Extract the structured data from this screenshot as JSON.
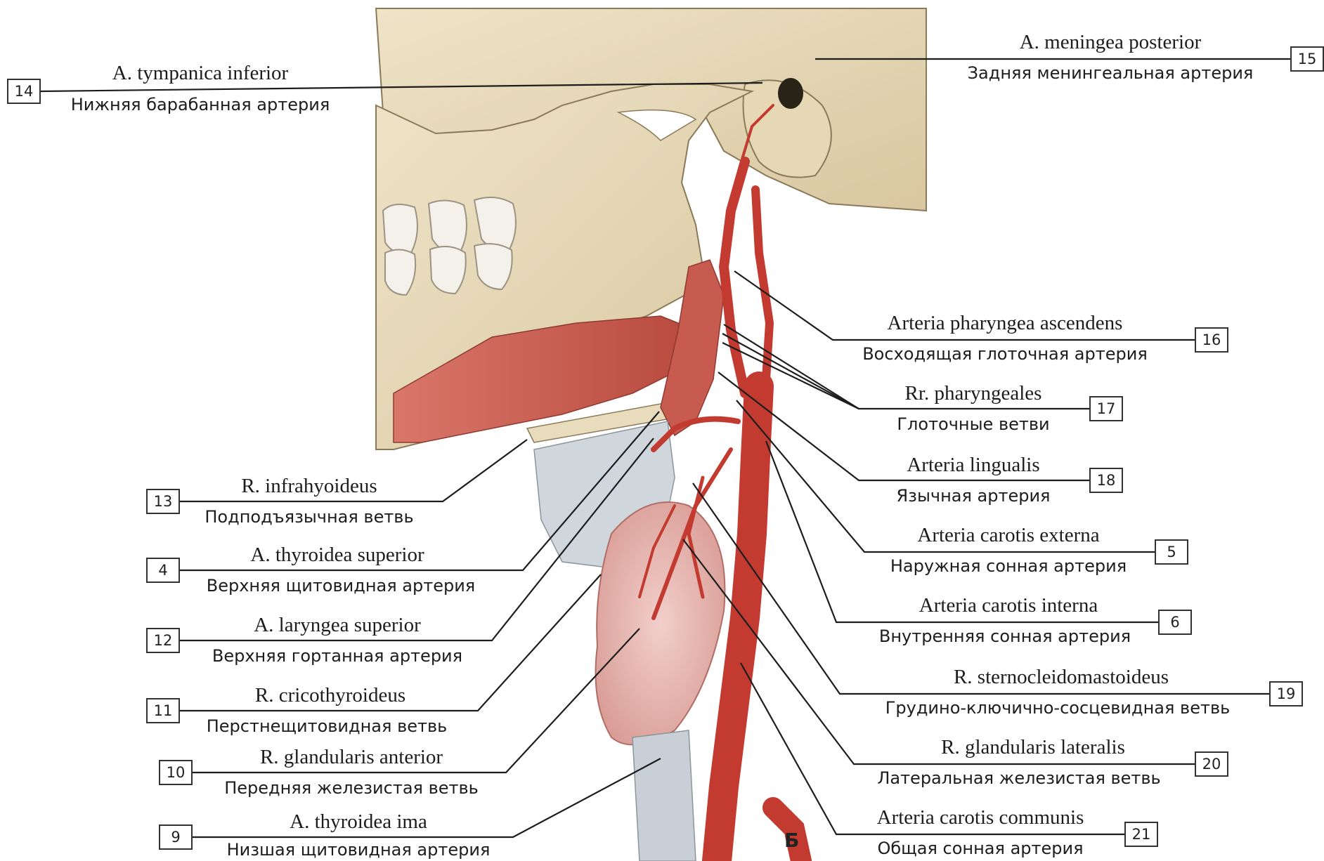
{
  "panel_letter": "Б",
  "labels": [
    {
      "num": "14",
      "latin": "A. tympanica inferior",
      "russian": "Нижняя барабанная артерия"
    },
    {
      "num": "15",
      "latin": "A. meningea posterior",
      "russian": "Задняя менингеальная артерия"
    },
    {
      "num": "16",
      "latin": "Arteria pharyngea ascendens",
      "russian": "Восходящая глоточная артерия"
    },
    {
      "num": "17",
      "latin": "Rr. pharyngeales",
      "russian": "Глоточные ветви"
    },
    {
      "num": "18",
      "latin": "Arteria lingualis",
      "russian": "Язычная артерия"
    },
    {
      "num": "5",
      "latin": "Arteria carotis externa",
      "russian": "Наружная сонная артерия"
    },
    {
      "num": "6",
      "latin": "Arteria carotis interna",
      "russian": "Внутренняя сонная артерия"
    },
    {
      "num": "19",
      "latin": "R. sternocleidomastoideus",
      "russian": "Грудино-ключично-сосцевидная ветвь"
    },
    {
      "num": "20",
      "latin": "R. glandularis lateralis",
      "russian": "Латеральная железистая ветвь"
    },
    {
      "num": "21",
      "latin": "Arteria carotis communis",
      "russian": "Общая сонная артерия"
    },
    {
      "num": "13",
      "latin": "R. infrahyoideus",
      "russian": "Подподъязычная ветвь"
    },
    {
      "num": "4",
      "latin": "A. thyroidea superior",
      "russian": "Верхняя щитовидная артерия"
    },
    {
      "num": "12",
      "latin": "A. laryngea superior",
      "russian": "Верхняя гортанная артерия"
    },
    {
      "num": "11",
      "latin": "R. cricothyroideus",
      "russian": "Перстнещитовидная ветвь"
    },
    {
      "num": "10",
      "latin": "R. glandularis anterior",
      "russian": "Передняя железистая ветвь"
    },
    {
      "num": "9",
      "latin": "A. thyroidea ima",
      "russian": "Низшая щитовидная артерия"
    }
  ]
}
